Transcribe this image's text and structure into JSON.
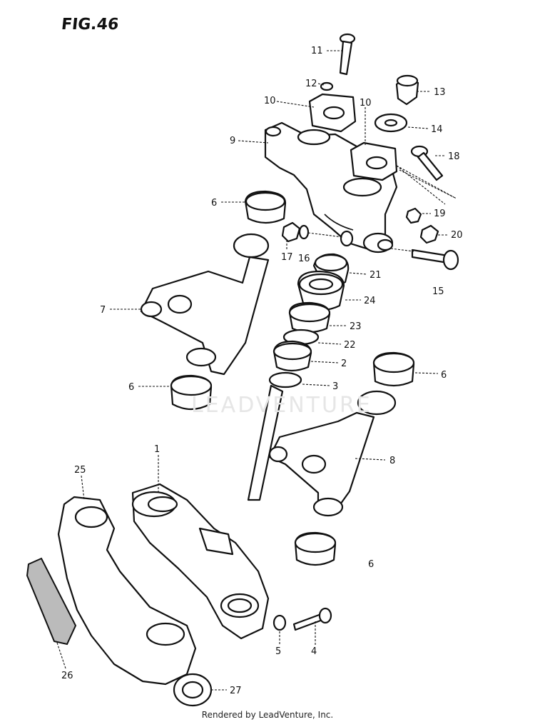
{
  "figure": {
    "title": "FIG.46",
    "footer": "Rendered by LeadVenture, Inc.",
    "watermark": "LEADVENTURE"
  },
  "callouts": [
    "11",
    "12",
    "13",
    "10",
    "10",
    "14",
    "9",
    "18",
    "6",
    "19",
    "20",
    "17",
    "16",
    "15",
    "21",
    "7",
    "24",
    "23",
    "22",
    "2",
    "6",
    "3",
    "6",
    "8",
    "1",
    "25",
    "6",
    "26",
    "5",
    "4",
    "27"
  ],
  "colors": {
    "line": "#111111",
    "background": "#ffffff",
    "watermark": "#e6e6e6"
  }
}
